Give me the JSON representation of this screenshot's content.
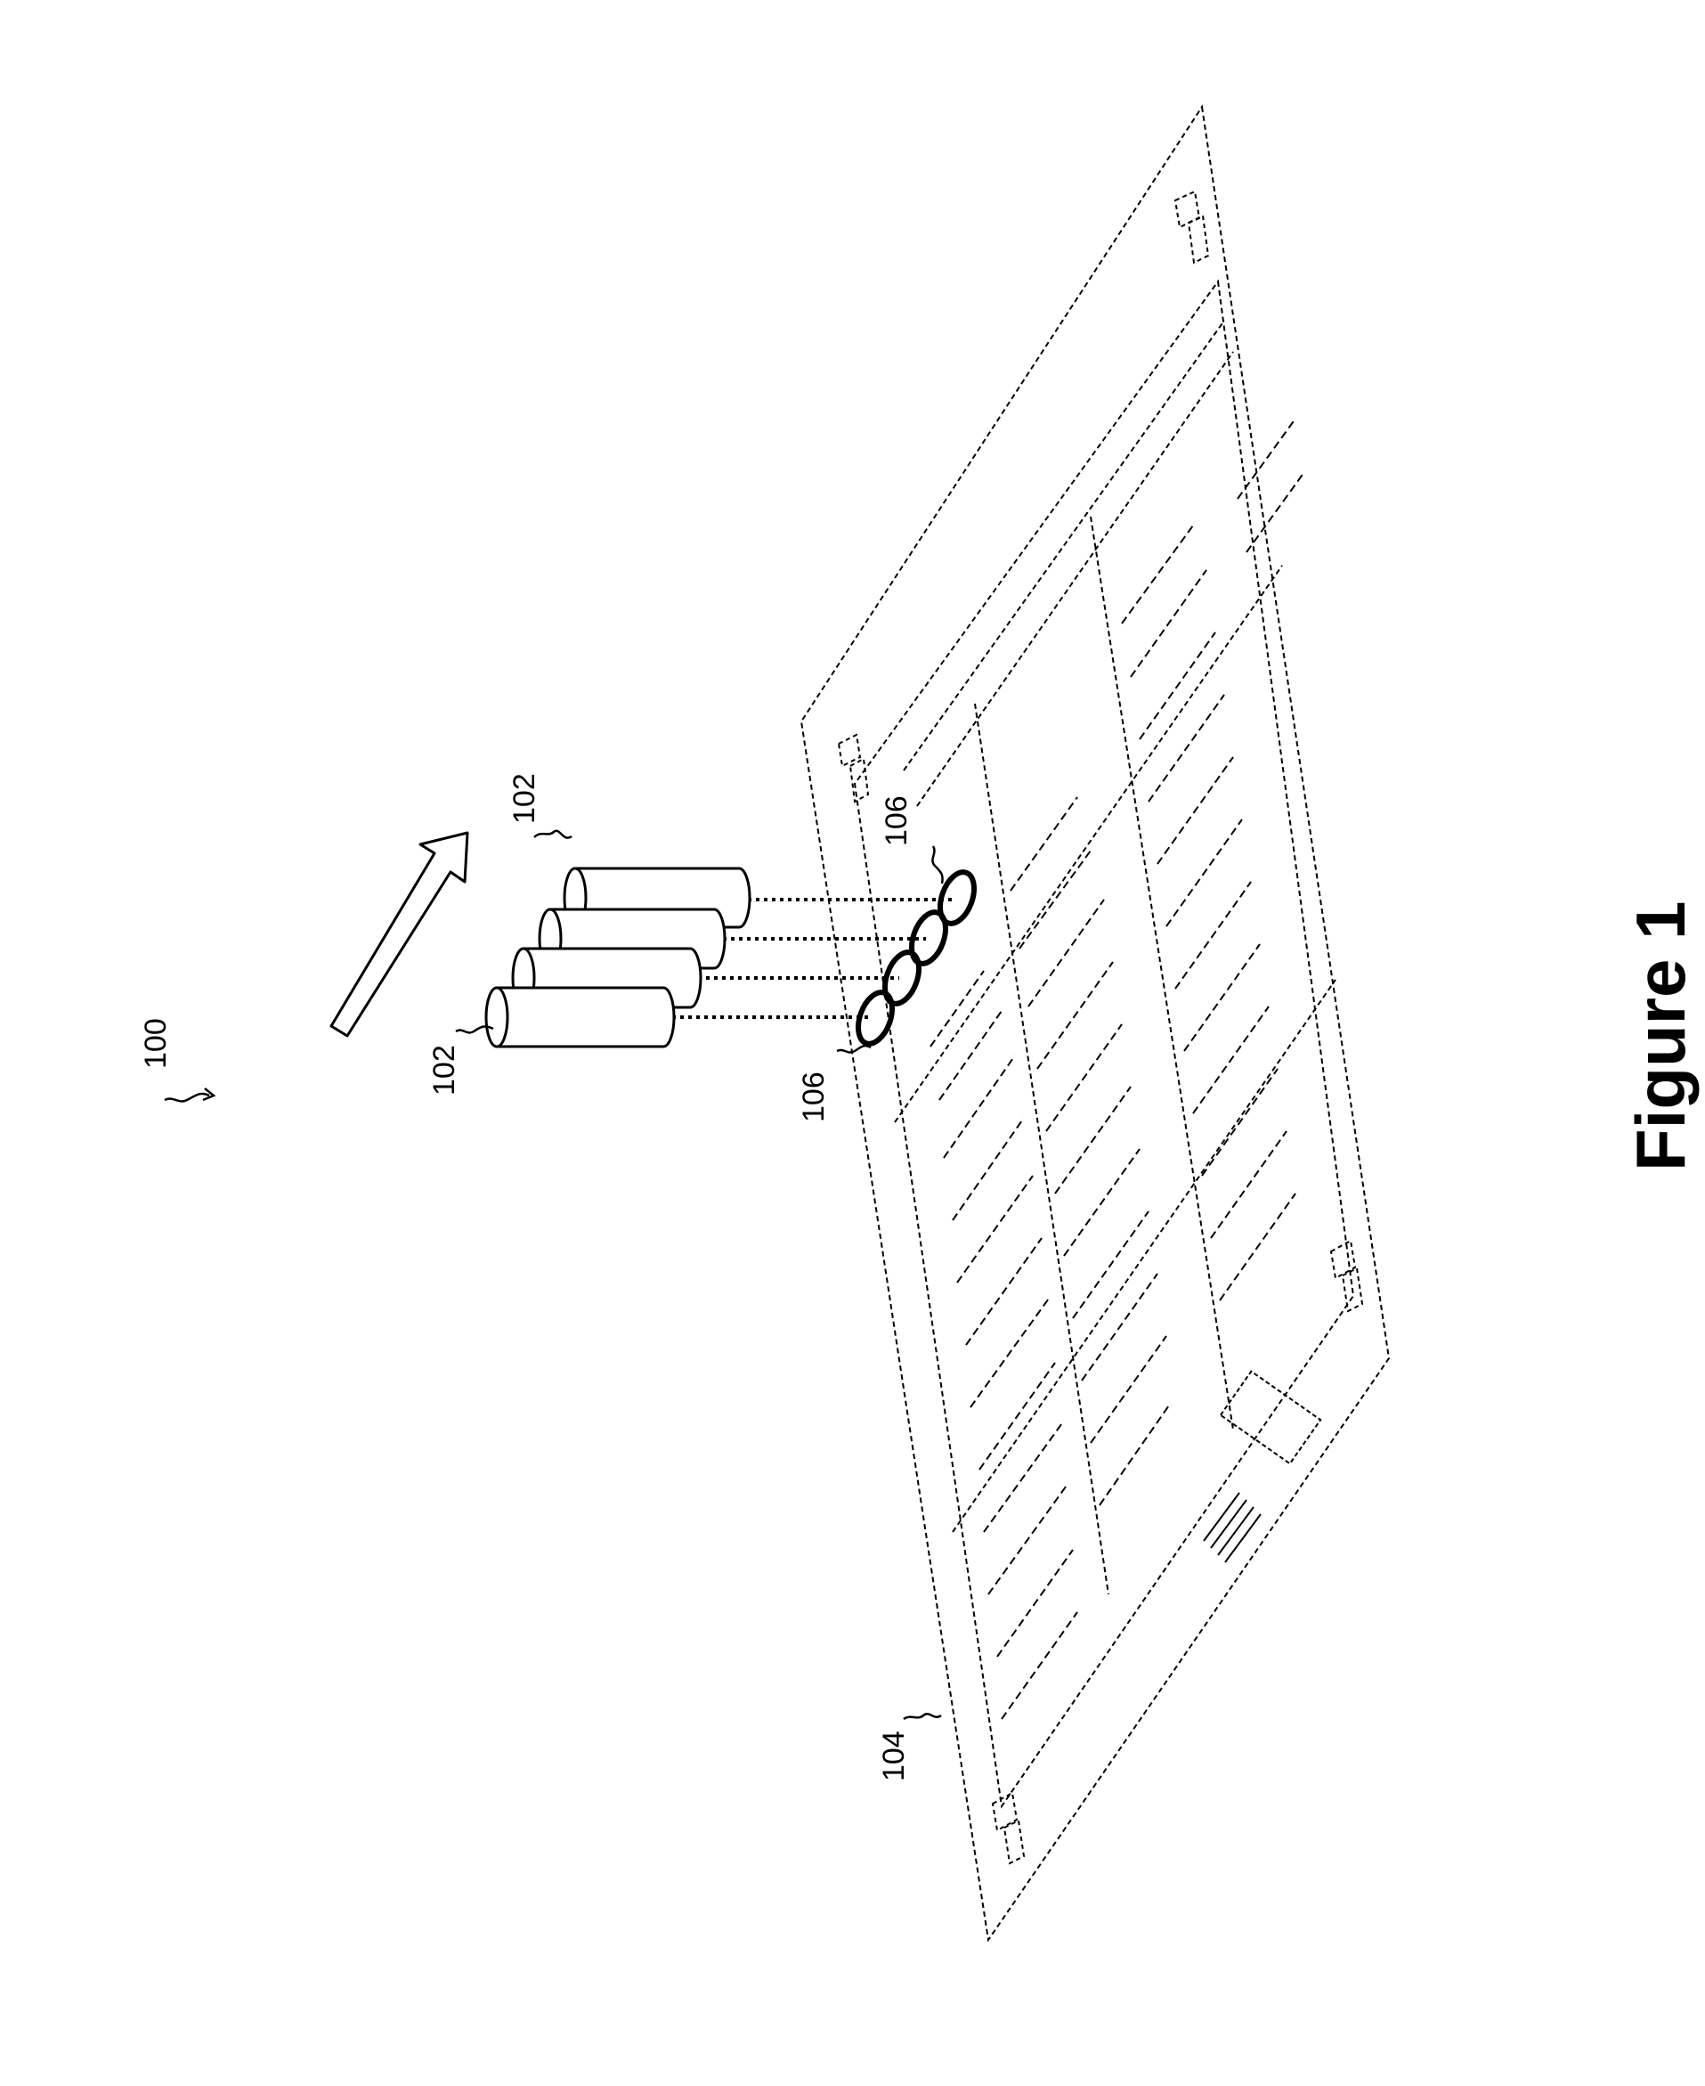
{
  "figure": {
    "title": "Figure 1",
    "labels": {
      "system": "100",
      "unit_a": "102",
      "unit_b": "102",
      "sheet": "104",
      "spot_a": "106",
      "spot_b": "106"
    }
  }
}
